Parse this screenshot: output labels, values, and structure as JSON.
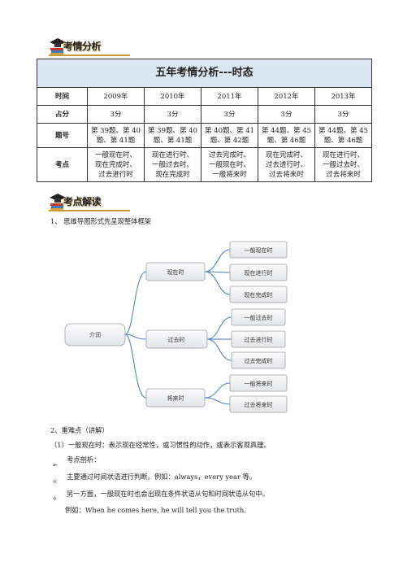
{
  "section1": {
    "title": "考情分析",
    "icon": "graduation-cap-books-icon"
  },
  "table": {
    "title": "五年考情分析---时态",
    "row_labels": {
      "time": "时间",
      "score": "占分",
      "question": "题号",
      "points": "考点"
    },
    "years": [
      "2009年",
      "2010年",
      "2011年",
      "2012年",
      "2013年"
    ],
    "scores": [
      "3分",
      "3分",
      "3分",
      "3分",
      "3分"
    ],
    "questions": [
      [
        "第 39题、第 40",
        "题、第 41题"
      ],
      [
        "第 39题、第 40",
        "题、第 41题"
      ],
      [
        "第 40题、第 41",
        "题、第 42题"
      ],
      [
        "第 44题、第 45",
        "题、第 46题"
      ],
      [
        "第 44题、第 45",
        "题、第 46题"
      ]
    ],
    "points": [
      [
        "一般现在时、",
        "现在完成时、",
        "过去进行时"
      ],
      [
        "现在进行时、",
        "一般过去时、",
        "现在完成时"
      ],
      [
        "过去完成时、",
        "一般现在时、",
        "一般将来时"
      ],
      [
        "现在完成时、",
        "过去进行时、",
        "过去将来时"
      ],
      [
        "现在进行时、",
        "一般过去时、",
        "过去将来时"
      ]
    ]
  },
  "section2": {
    "title": "考点解读",
    "icon": "graduation-cap-books-icon"
  },
  "intro": "1、 思维导图形式先呈现整体框架",
  "mindmap": {
    "root": "介词",
    "branches": [
      {
        "label": "现在时",
        "leaves": [
          "一般现在时",
          "现在进行时",
          "现在完成时"
        ]
      },
      {
        "label": "过去时",
        "leaves": [
          "一般过去时",
          "过去进行时",
          "过去完成时"
        ]
      },
      {
        "label": "将来时",
        "leaves": [
          "一般将来时",
          "过去将来时"
        ]
      }
    ]
  },
  "body": {
    "heading": "2、重难点（讲解）",
    "point1": "（1）一般现在时：表示现在经常性，或习惯性的动作，或表示客观真理。",
    "bullet_arrow": "考点剖析：",
    "bullet1": "主要通过时间状语进行判断。例如：always，every year 等。",
    "bullet2": "另一方面，一般现在时也会出现在条件状语从句和时间状语从句中。",
    "example": "例如：When he comes here, he will tell you the truth."
  },
  "colors": {
    "table_header_bg": "#dbe6f3",
    "section_underline": "#c79a3a",
    "node_fill": "#f0f1f3",
    "connector": "#4a7ab8"
  }
}
